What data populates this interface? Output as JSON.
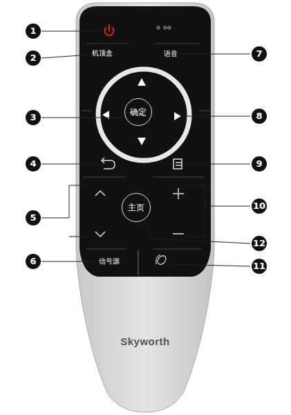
{
  "diagram": {
    "nodes": [
      {
        "text": [
          "确定"
        ]
      },
      {
        "text": [
          "主页"
        ]
      }
    ],
    "labels": [
      "1",
      "机顶盒",
      "2",
      "语音",
      "7",
      "3",
      "8",
      "4",
      "9",
      "5",
      "10",
      "12",
      "信号源",
      "6",
      "11",
      "Skyworth"
    ]
  }
}
